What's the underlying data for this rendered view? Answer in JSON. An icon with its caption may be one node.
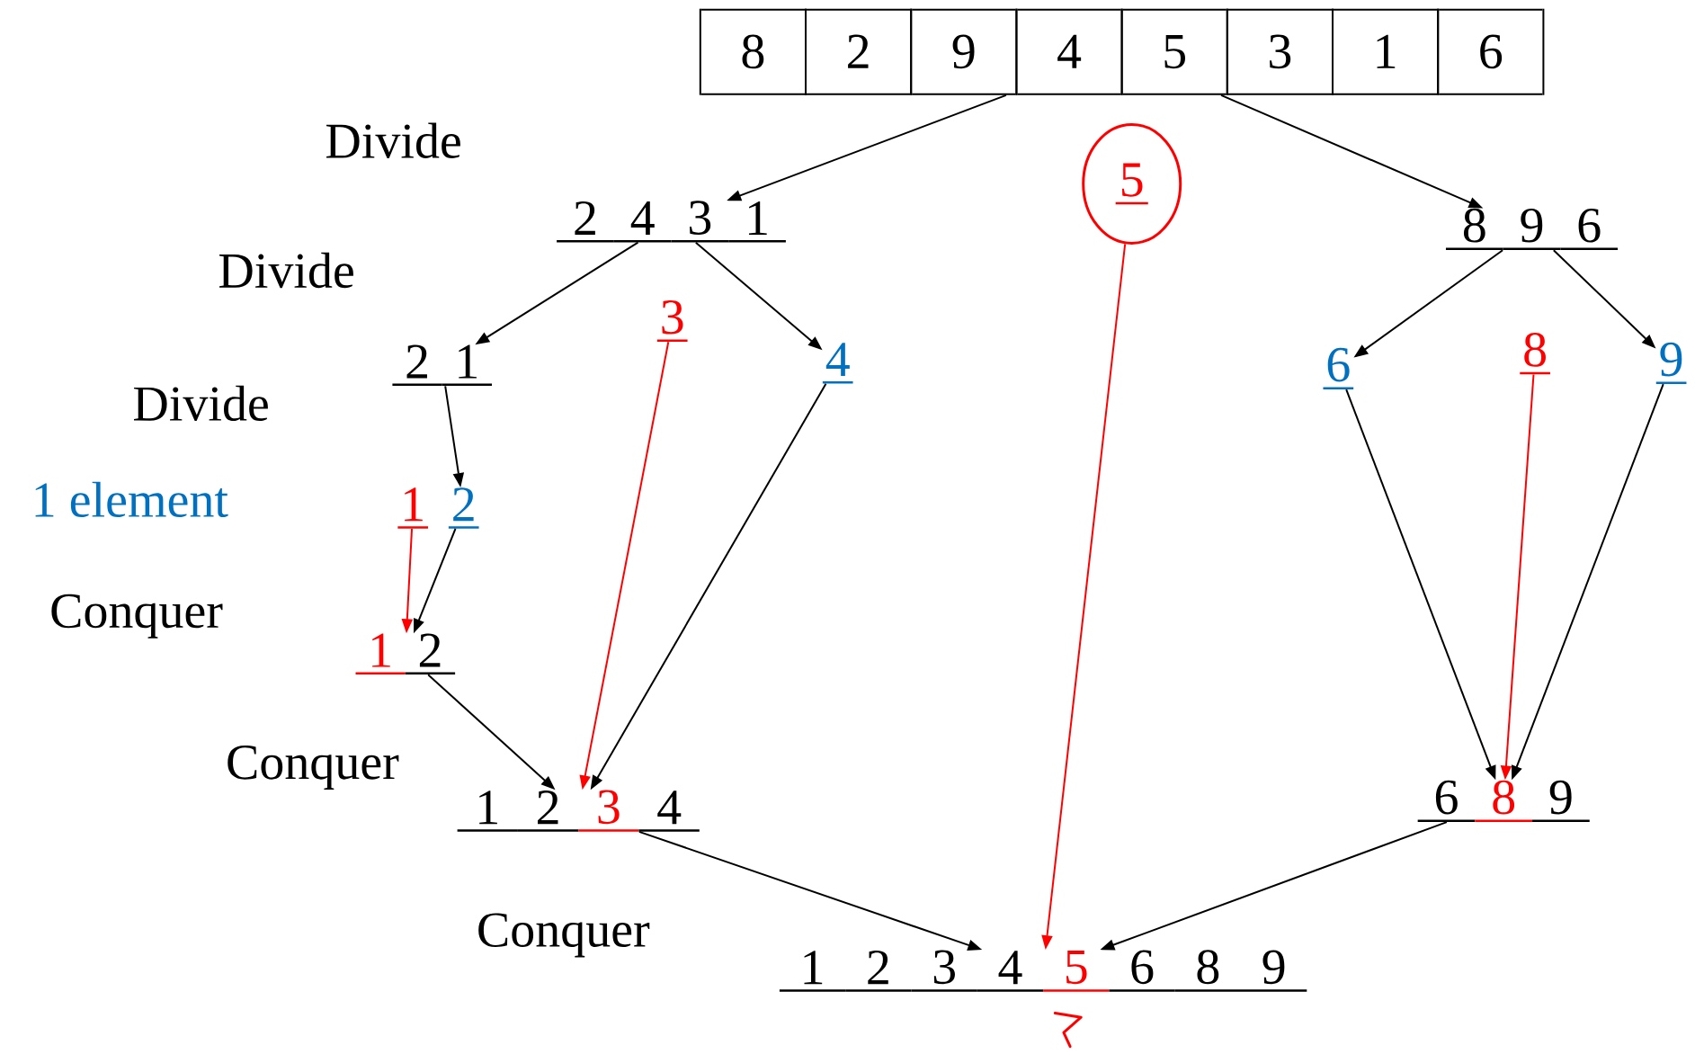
{
  "diagram": {
    "nodes": [
      {
        "text": [
          "8",
          "2",
          "9",
          "4",
          "5",
          "3",
          "1",
          "6"
        ]
      },
      {
        "text": [
          "2",
          "4",
          "3",
          "1"
        ]
      },
      {
        "text": [
          "5"
        ]
      },
      {
        "text": [
          "8",
          "9",
          "6"
        ]
      },
      {
        "text": [
          "2",
          "1"
        ]
      },
      {
        "text": [
          "3"
        ]
      },
      {
        "text": [
          "4"
        ]
      },
      {
        "text": [
          "6"
        ]
      },
      {
        "text": [
          "8"
        ]
      },
      {
        "text": [
          "9"
        ]
      },
      {
        "text": [
          "1"
        ]
      },
      {
        "text": [
          "2"
        ]
      },
      {
        "text": [
          "1",
          "2"
        ]
      },
      {
        "text": [
          "1",
          "2",
          "3",
          "4"
        ]
      },
      {
        "text": [
          "6",
          "8",
          "9"
        ]
      },
      {
        "text": [
          "1",
          "2",
          "3",
          "4",
          "5",
          "6",
          "8",
          "9"
        ]
      }
    ],
    "edges": [
      {
        "from": 0,
        "to": 1,
        "arrow": "to"
      },
      {
        "from": 0,
        "to": 3,
        "arrow": "to"
      },
      {
        "from": 1,
        "to": 4,
        "arrow": "to"
      },
      {
        "from": 1,
        "to": 6,
        "arrow": "to"
      },
      {
        "from": 3,
        "to": 7,
        "arrow": "to"
      },
      {
        "from": 3,
        "to": 9,
        "arrow": "to"
      },
      {
        "from": 4,
        "to": 11,
        "arrow": "to"
      },
      {
        "from": 10,
        "to": 12,
        "arrow": "to",
        "color": "#ff0000"
      },
      {
        "from": 11,
        "to": 12,
        "arrow": "to"
      },
      {
        "from": 5,
        "to": 13,
        "arrow": "to",
        "color": "#ff0000"
      },
      {
        "from": 6,
        "to": 13,
        "arrow": "to"
      },
      {
        "from": 12,
        "to": 13,
        "arrow": "to"
      },
      {
        "from": 7,
        "to": 14,
        "arrow": "to"
      },
      {
        "from": 8,
        "to": 14,
        "arrow": "to",
        "color": "#ff0000"
      },
      {
        "from": 9,
        "to": 14,
        "arrow": "to"
      },
      {
        "from": 13,
        "to": 15,
        "arrow": "to"
      },
      {
        "from": 14,
        "to": 15,
        "arrow": "to"
      },
      {
        "from": 2,
        "to": 15,
        "arrow": "to",
        "color": "#ff0000"
      }
    ],
    "labels": [
      "Divide",
      "Divide",
      "Divide",
      "1 element",
      "Conquer",
      "Conquer",
      "Conquer"
    ]
  }
}
